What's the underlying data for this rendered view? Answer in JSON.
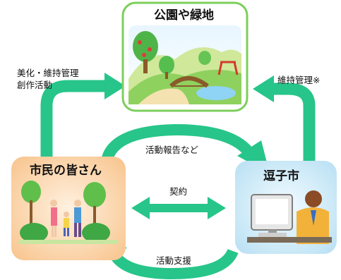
{
  "nodes": {
    "park": {
      "label": "公園や緑地"
    },
    "citizens": {
      "label": "市民の皆さん"
    },
    "city": {
      "label": "逗子市"
    }
  },
  "edges": {
    "citizens_to_park": {
      "lines": [
        "美化・維持管理",
        "創作活動"
      ]
    },
    "city_to_park": {
      "label": "維持管理※"
    },
    "citizens_to_city_report": {
      "label": "活動報告など"
    },
    "contract": {
      "label": "契約"
    },
    "city_to_citizens_support": {
      "label": "活動支援"
    }
  },
  "colors": {
    "arrow": "#27c58a",
    "park_border": "#7ccf5b",
    "citizens_bg": "#fcd2a8",
    "city_bg": "#cfe9f6"
  }
}
